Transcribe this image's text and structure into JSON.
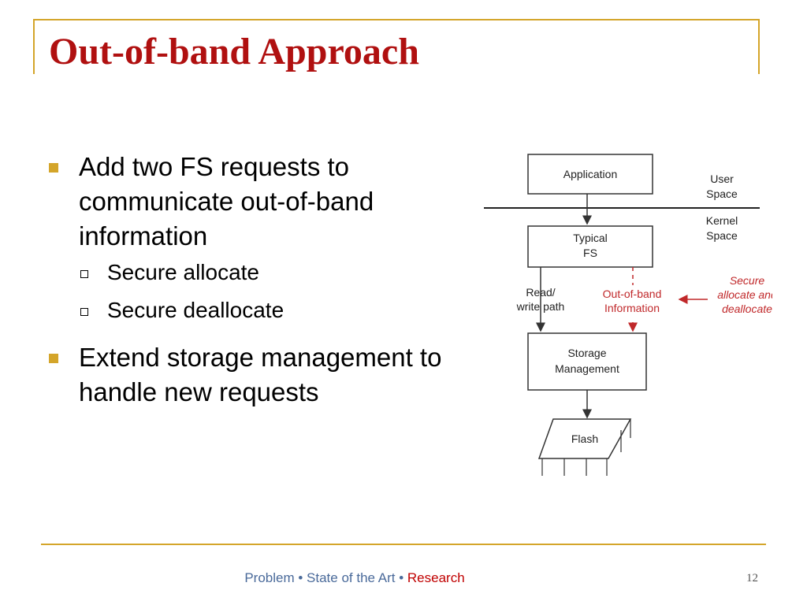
{
  "slide": {
    "title": "Out-of-band Approach",
    "bullets": [
      {
        "text": "Add two FS requests to communicate out-of-band information",
        "sub": [
          "Secure allocate",
          "Secure deallocate"
        ]
      },
      {
        "text": "Extend storage management to handle new requests",
        "sub": []
      }
    ]
  },
  "diagram": {
    "application": "Application",
    "user_space": [
      "User",
      "Space"
    ],
    "kernel_space": [
      "Kernel",
      "Space"
    ],
    "typical_fs": [
      "Typical",
      "FS"
    ],
    "read_write_path": [
      "Read/",
      "write path"
    ],
    "out_of_band": [
      "Out-of-band",
      "Information"
    ],
    "secure_note": [
      "Secure",
      "allocate and",
      "deallocate"
    ],
    "storage_management": [
      "Storage",
      "Management"
    ],
    "flash": "Flash",
    "colors": {
      "accent_red": "#c0282a",
      "line": "#333333"
    }
  },
  "footer": {
    "nav": [
      "Problem",
      "State of the Art",
      "Research"
    ],
    "separator": " • ",
    "page_number": "12"
  }
}
